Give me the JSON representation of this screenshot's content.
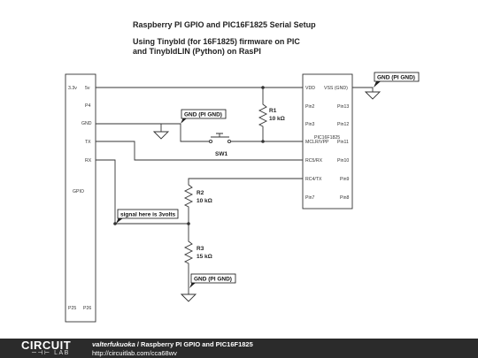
{
  "title": {
    "line1": "Raspberry PI GPIO and PIC16F1825 Serial Setup",
    "line2": "Using Tinybld (for 16F1825) firmware on PIC",
    "line3": "and TinybldLIN (Python) on RasPI"
  },
  "gpio": {
    "name": "GPIO",
    "pins_left": [
      "3.3v",
      "GND",
      "P25"
    ],
    "pins_right": [
      "5v",
      "P4",
      "TX",
      "RX",
      "P26"
    ]
  },
  "pic": {
    "name": "PIC16F1825",
    "pins_left": [
      "VDD",
      "Pin2",
      "Pin3",
      "MCLR/VPP",
      "RC5/RX",
      "RC4/TX",
      "Pin7"
    ],
    "pins_right": [
      "VSS (GND)",
      "Pin13",
      "Pin12",
      "Pin11",
      "Pin10",
      "Pin9",
      "Pin8"
    ]
  },
  "components": {
    "r1": {
      "name": "R1",
      "value": "10 kΩ"
    },
    "r2": {
      "name": "R2",
      "value": "10 kΩ"
    },
    "r3": {
      "name": "R3",
      "value": "15 kΩ"
    },
    "sw1": {
      "name": "SW1"
    }
  },
  "labels": {
    "gnd_pi_right": "GND (PI GND)",
    "gnd_pi_mid": "GND (PI GND)",
    "gnd_pi_bottom": "GND (PI GND)",
    "signal_note": "signal here is 3volts"
  },
  "footer": {
    "logo_main": "CIRCUIT",
    "logo_sub": "LAB",
    "logo_symbol": "─⊣⊢",
    "author": "valterfukuoka",
    "separator": " / ",
    "project": "Raspberry PI GPIO and PIC16F1825",
    "url": "http://circuitlab.com/cca68wv"
  }
}
